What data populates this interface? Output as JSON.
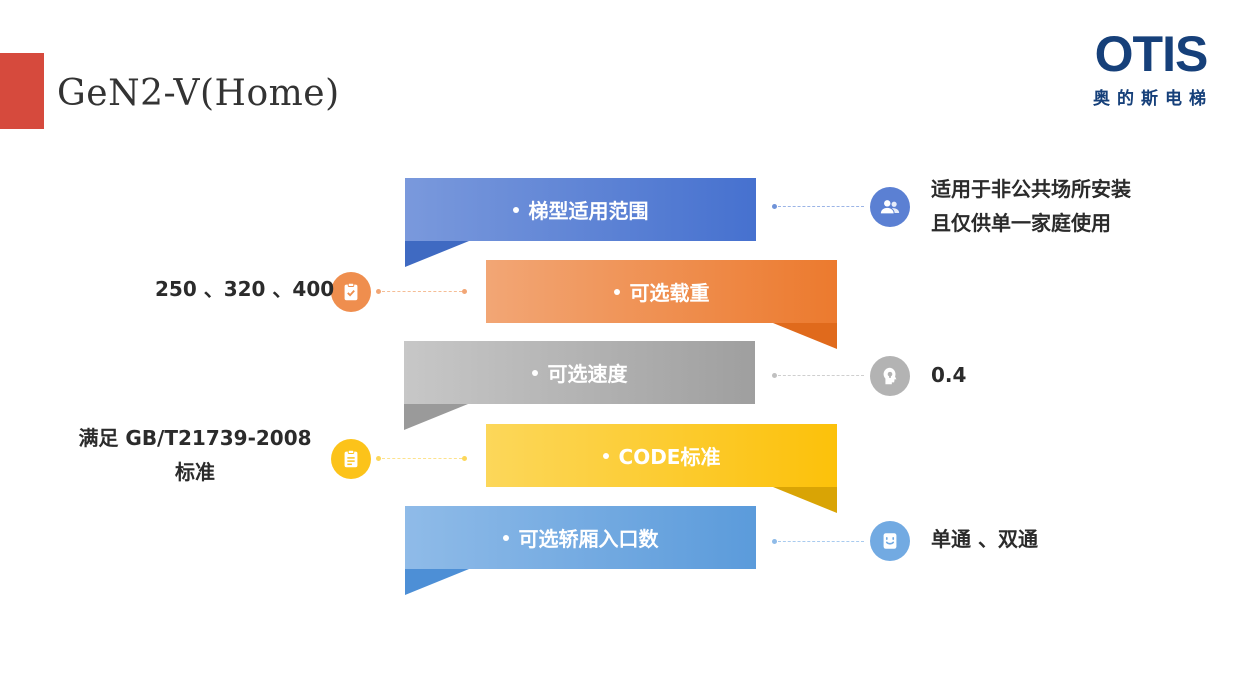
{
  "header": {
    "title": "GeN2-V(Home)",
    "logo_word": "OTIS",
    "logo_sub": "奥的斯电梯",
    "accent_color": "#d64a3d",
    "brand_color": "#16407a"
  },
  "features": [
    {
      "label": "梯型适用范围",
      "detail_lines": [
        "适用于非公共场所安装",
        "且仅供单一家庭使用"
      ],
      "icon": "users-icon",
      "color": "#4671cf"
    },
    {
      "label": "可选载重",
      "detail_lines": [
        "250 、320 、400"
      ],
      "icon": "clipboard-check-icon",
      "color": "#ec7a2e"
    },
    {
      "label": "可选速度",
      "detail_lines": [
        "0.4"
      ],
      "icon": "lightbulb-head-icon",
      "color": "#a8a8a8"
    },
    {
      "label": "CODE标准",
      "detail_lines": [
        "满足 GB/T21739-2008",
        "标准"
      ],
      "icon": "clipboard-list-icon",
      "color": "#fcc10a"
    },
    {
      "label": "可选轿厢入口数",
      "detail_lines": [
        "单通 、双通"
      ],
      "icon": "elevator-car-icon",
      "color": "#5b9bdb"
    }
  ]
}
